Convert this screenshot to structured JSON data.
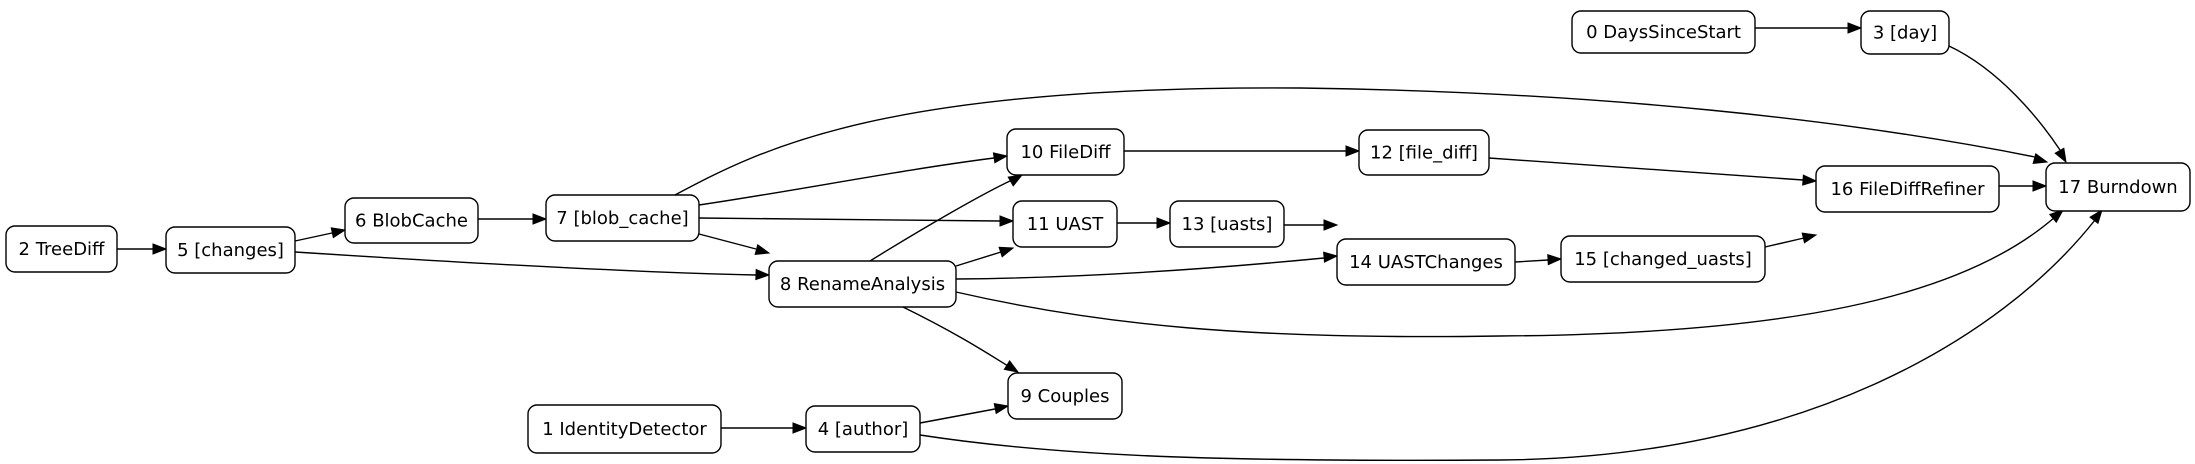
{
  "nodes": [
    {
      "id": "n0",
      "label": "0 DaysSinceStart"
    },
    {
      "id": "n1",
      "label": "1 IdentityDetector"
    },
    {
      "id": "n2",
      "label": "2 TreeDiff"
    },
    {
      "id": "n3",
      "label": "3 [day]"
    },
    {
      "id": "n4",
      "label": "4 [author]"
    },
    {
      "id": "n5",
      "label": "5 [changes]"
    },
    {
      "id": "n6",
      "label": "6 BlobCache"
    },
    {
      "id": "n7",
      "label": "7 [blob_cache]"
    },
    {
      "id": "n8",
      "label": "8 RenameAnalysis"
    },
    {
      "id": "n9",
      "label": "9 Couples"
    },
    {
      "id": "n10",
      "label": "10 FileDiff"
    },
    {
      "id": "n11",
      "label": "11 UAST"
    },
    {
      "id": "n12",
      "label": "12 [file_diff]"
    },
    {
      "id": "n13",
      "label": "13 [uasts]"
    },
    {
      "id": "n14",
      "label": "14 UASTChanges"
    },
    {
      "id": "n15",
      "label": "15 [changed_uasts]"
    },
    {
      "id": "n16",
      "label": "16 FileDiffRefiner"
    },
    {
      "id": "n17",
      "label": "17 Burndown"
    }
  ],
  "edges": [
    {
      "from": "n0",
      "to": "n3"
    },
    {
      "from": "n3",
      "to": "n17"
    },
    {
      "from": "n2",
      "to": "n5"
    },
    {
      "from": "n5",
      "to": "n6"
    },
    {
      "from": "n5",
      "to": "n8"
    },
    {
      "from": "n6",
      "to": "n7"
    },
    {
      "from": "n7",
      "to": "n17"
    },
    {
      "from": "n7",
      "to": "n10"
    },
    {
      "from": "n7",
      "to": "n11"
    },
    {
      "from": "n7",
      "to": "n8"
    },
    {
      "from": "n8",
      "to": "n10"
    },
    {
      "from": "n8",
      "to": "n11"
    },
    {
      "from": "n8",
      "to": "n14"
    },
    {
      "from": "n8",
      "to": "n17"
    },
    {
      "from": "n8",
      "to": "n9"
    },
    {
      "from": "n10",
      "to": "n12"
    },
    {
      "from": "n12",
      "to": "n16"
    },
    {
      "from": "n11",
      "to": "n13"
    },
    {
      "from": "n13",
      "to": "n14"
    },
    {
      "from": "n14",
      "to": "n15"
    },
    {
      "from": "n15",
      "to": "n16"
    },
    {
      "from": "n16",
      "to": "n17"
    },
    {
      "from": "n1",
      "to": "n4"
    },
    {
      "from": "n4",
      "to": "n9"
    },
    {
      "from": "n4",
      "to": "n17"
    }
  ]
}
